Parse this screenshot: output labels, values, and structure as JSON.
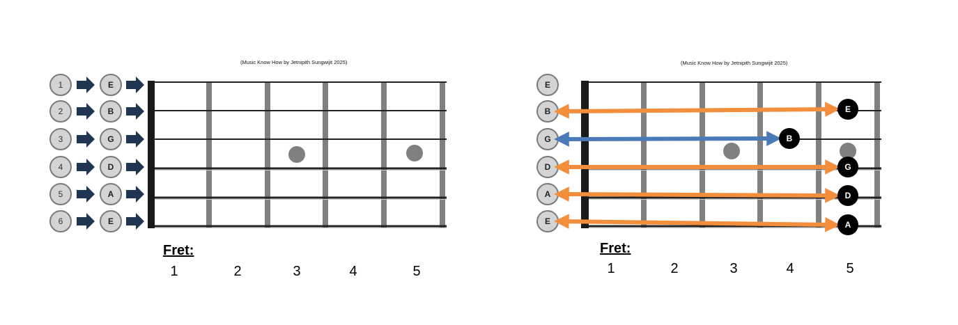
{
  "diagram_left": {
    "credit": "(Music Know How by Jetnipith Sungwijit 2025)",
    "string_numbers": [
      "1",
      "2",
      "3",
      "4",
      "5",
      "6"
    ],
    "open_notes": [
      "E",
      "B",
      "G",
      "D",
      "A",
      "E"
    ],
    "fret_heading": "Fret:",
    "fret_labels": [
      "1",
      "2",
      "3",
      "4",
      "5"
    ]
  },
  "diagram_right": {
    "credit": "(Music Know How by Jetnipith Sungwijit 2025)",
    "open_notes": [
      "E",
      "B",
      "G",
      "D",
      "A",
      "E"
    ],
    "fret_heading": "Fret:",
    "fret_labels": [
      "1",
      "2",
      "3",
      "4",
      "5"
    ],
    "target_notes": [
      {
        "from_string": 2,
        "to_string": 1,
        "fret": 5,
        "note": "E",
        "color": "#f28e3c"
      },
      {
        "from_string": 3,
        "to_string": 2,
        "fret": 4,
        "note": "B",
        "color": "#4a7ab8"
      },
      {
        "from_string": 4,
        "to_string": 3,
        "fret": 5,
        "note": "G",
        "color": "#f28e3c"
      },
      {
        "from_string": 5,
        "to_string": 4,
        "fret": 5,
        "note": "D",
        "color": "#f28e3c"
      },
      {
        "from_string": 6,
        "to_string": 5,
        "fret": 5,
        "note": "A",
        "color": "#f28e3c"
      }
    ]
  },
  "colors": {
    "fret_wire": "#808080",
    "nut": "#1a1a1a",
    "string_line": "#222222",
    "inlay": "#808080",
    "arrow_navy": "#1f3552",
    "arrow_orange": "#f28e3c",
    "arrow_blue": "#4a7ab8"
  }
}
